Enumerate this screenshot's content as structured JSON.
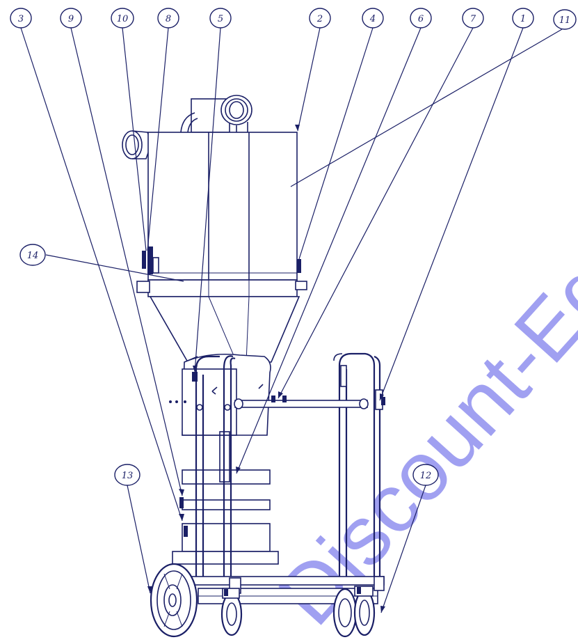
{
  "diagram": {
    "callouts": [
      {
        "id": "3",
        "label": "3"
      },
      {
        "id": "9",
        "label": "9"
      },
      {
        "id": "10",
        "label": "10"
      },
      {
        "id": "8",
        "label": "8"
      },
      {
        "id": "5",
        "label": "5"
      },
      {
        "id": "2",
        "label": "2"
      },
      {
        "id": "4",
        "label": "4"
      },
      {
        "id": "6",
        "label": "6"
      },
      {
        "id": "7",
        "label": "7"
      },
      {
        "id": "1",
        "label": "1"
      },
      {
        "id": "11",
        "label": "11"
      },
      {
        "id": "14",
        "label": "14"
      },
      {
        "id": "13",
        "label": "13"
      },
      {
        "id": "12",
        "label": "12"
      }
    ],
    "watermark": "Discount-Equ",
    "colors": {
      "line": "#1a1f66",
      "watermark": "#5252e6"
    }
  }
}
